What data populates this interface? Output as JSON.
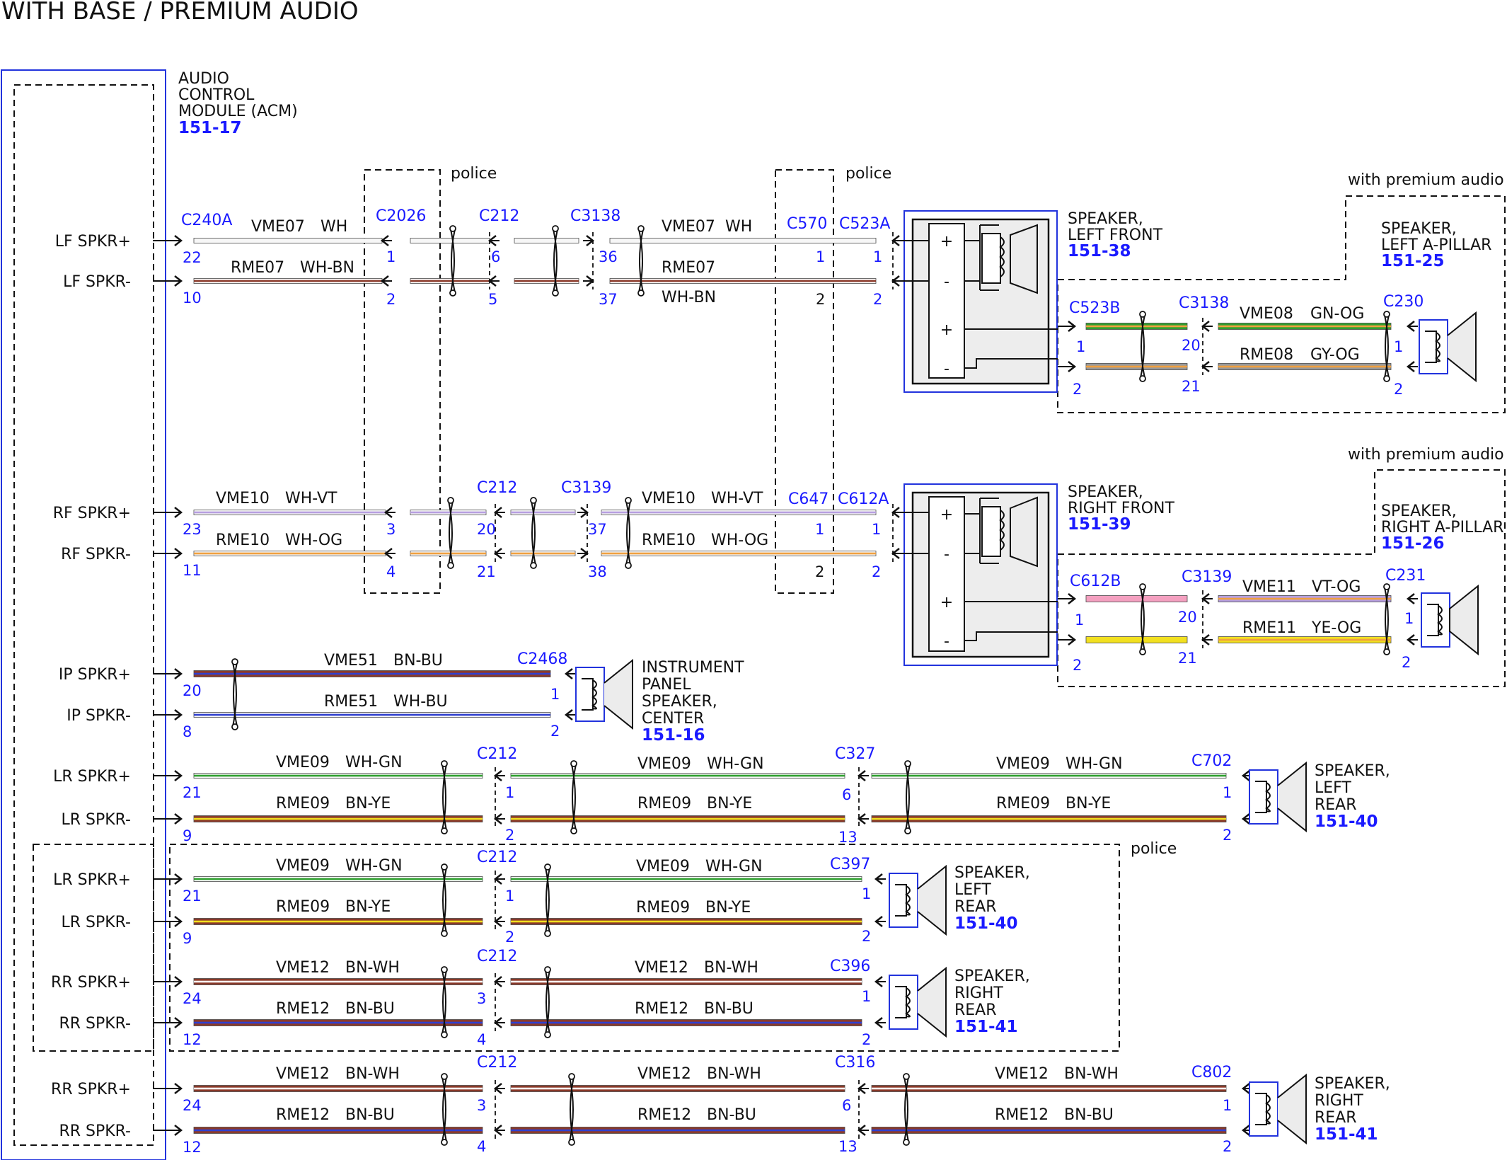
{
  "title": "WITH BASE / PREMIUM AUDIO",
  "colors": {
    "WH": "#f7f7f7",
    "BN": "#8b3a2a",
    "VT": "#b79fe0",
    "OG": "#f0a040",
    "BU": "#3040d0",
    "GN": "#2fa02f",
    "YE": "#f2e020",
    "GY": "#9a9a9a",
    "PK": "#f4a0c0",
    "accent": "#1a1aff",
    "module_bg": "#f0f0f0"
  },
  "acm": {
    "label_lines": [
      "AUDIO",
      "CONTROL",
      "MODULE (ACM)"
    ],
    "ref": "151-17",
    "pins": [
      {
        "label": "LF SPKR+",
        "pin": "22"
      },
      {
        "label": "LF SPKR-",
        "pin": "10"
      },
      {
        "label": "RF SPKR+",
        "pin": "23"
      },
      {
        "label": "RF SPKR-",
        "pin": "11"
      },
      {
        "label": "IP SPKR+",
        "pin": "20"
      },
      {
        "label": "IP SPKR-",
        "pin": "8"
      },
      {
        "label": "LR SPKR+",
        "pin": "21"
      },
      {
        "label": "LR SPKR-",
        "pin": "9"
      },
      {
        "label": "LR SPKR+",
        "pin": "21"
      },
      {
        "label": "LR SPKR-",
        "pin": "9"
      },
      {
        "label": "RR SPKR+",
        "pin": "24"
      },
      {
        "label": "RR SPKR-",
        "pin": "12"
      },
      {
        "label": "RR SPKR+",
        "pin": "24"
      },
      {
        "label": "RR SPKR-",
        "pin": "12"
      }
    ]
  },
  "notes": {
    "police": "police",
    "premium": "with premium audio"
  },
  "connectors": {
    "C240A": "C240A",
    "C2026": "C2026",
    "C212": "C212",
    "C3138": "C3138",
    "C3139": "C3139",
    "C570": "C570",
    "C523A": "C523A",
    "C523B": "C523B",
    "C230": "C230",
    "C647": "C647",
    "C612A": "C612A",
    "C612B": "C612B",
    "C231": "C231",
    "C2468": "C2468",
    "C327": "C327",
    "C702": "C702",
    "C397": "C397",
    "C396": "C396",
    "C316": "C316",
    "C802": "C802"
  },
  "wires": {
    "VME07": "VME07",
    "RME07": "RME07",
    "WH": "WH",
    "WH-BN": "WH-BN",
    "VME08": "VME08",
    "GN-OG": "GN-OG",
    "RME08": "RME08",
    "GY-OG": "GY-OG",
    "VME10": "VME10",
    "WH-VT": "WH-VT",
    "RME10": "RME10",
    "WH-OG": "WH-OG",
    "VME11": "VME11",
    "VT-OG": "VT-OG",
    "RME11": "RME11",
    "YE-OG": "YE-OG",
    "VME51": "VME51",
    "BN-BU": "BN-BU",
    "RME51": "RME51",
    "WH-BU": "WH-BU",
    "VME09": "VME09",
    "WH-GN": "WH-GN",
    "RME09": "RME09",
    "BN-YE": "BN-YE",
    "VME12": "VME12",
    "BN-WH": "BN-WH",
    "RME12": "RME12"
  },
  "pins": {
    "p1": "1",
    "p2": "2",
    "p3": "3",
    "p4": "4",
    "p5": "5",
    "p6": "6",
    "p13": "13",
    "p20": "20",
    "p21": "21",
    "p36": "36",
    "p37": "37",
    "p38": "38"
  },
  "speakers": {
    "lf": {
      "lines": [
        "SPEAKER,",
        "LEFT FRONT"
      ],
      "ref": "151-38"
    },
    "lap": {
      "lines": [
        "SPEAKER,",
        "LEFT A-PILLAR"
      ],
      "ref": "151-25"
    },
    "rf": {
      "lines": [
        "SPEAKER,",
        "RIGHT FRONT"
      ],
      "ref": "151-39"
    },
    "rap": {
      "lines": [
        "SPEAKER,",
        "RIGHT A-PILLAR"
      ],
      "ref": "151-26"
    },
    "ip": {
      "lines": [
        "INSTRUMENT",
        "PANEL",
        "SPEAKER,",
        "CENTER"
      ],
      "ref": "151-16"
    },
    "lr": {
      "lines": [
        "SPEAKER,",
        "LEFT",
        "REAR"
      ],
      "ref": "151-40"
    },
    "rr": {
      "lines": [
        "SPEAKER,",
        "RIGHT",
        "REAR"
      ],
      "ref": "151-41"
    }
  },
  "plus": "+",
  "minus": "-"
}
